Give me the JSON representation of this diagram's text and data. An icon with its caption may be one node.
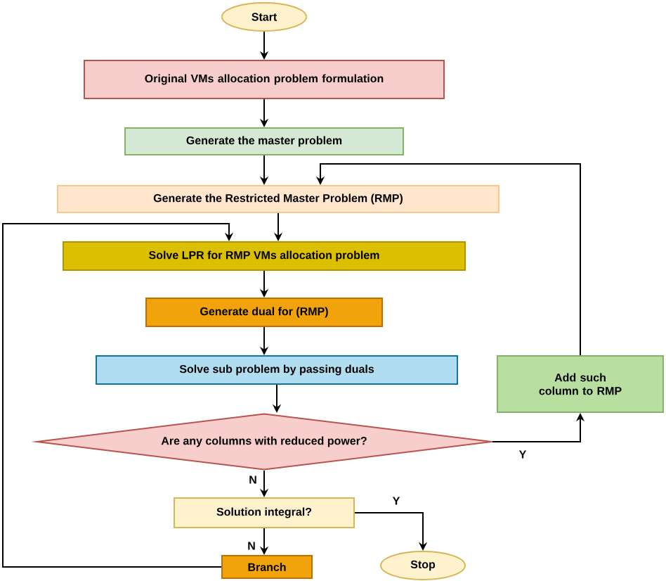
{
  "diagram": {
    "nodes": [
      {
        "text": [
          "Start"
        ]
      },
      {
        "text": [
          "Original VMs allocation problem formulation"
        ]
      },
      {
        "text": [
          "Generate the master problem"
        ]
      },
      {
        "text": [
          "Generate the Restricted Master Problem (RMP)"
        ]
      },
      {
        "text": [
          "Solve LPR for RMP VMs allocation problem"
        ]
      },
      {
        "text": [
          "Generate dual for (RMP)"
        ]
      },
      {
        "text": [
          "Solve sub problem by passing duals"
        ]
      },
      {
        "text": [
          "Are any columns with reduced power?"
        ]
      },
      {
        "text": [
          "Add such column to RMP"
        ]
      },
      {
        "text": [
          "Solution integral?"
        ]
      },
      {
        "text": [
          "Branch"
        ]
      },
      {
        "text": [
          "Stop"
        ]
      }
    ],
    "edges": [
      {
        "from": 0,
        "to": 1,
        "arrow": "to"
      },
      {
        "from": 1,
        "to": 2,
        "arrow": "to"
      },
      {
        "from": 2,
        "to": 3,
        "arrow": "to"
      },
      {
        "from": 3,
        "to": 4,
        "arrow": "to"
      },
      {
        "from": 4,
        "to": 5,
        "arrow": "to"
      },
      {
        "from": 5,
        "to": 6,
        "arrow": "to"
      },
      {
        "from": 6,
        "to": 7,
        "arrow": "to"
      },
      {
        "from": 7,
        "to": 8,
        "arrow": "to",
        "label": "Y"
      },
      {
        "from": 7,
        "to": 9,
        "arrow": "to",
        "label": "N"
      },
      {
        "from": 9,
        "to": 11,
        "arrow": "to",
        "label": "Y"
      },
      {
        "from": 9,
        "to": 10,
        "arrow": "to",
        "label": "N"
      },
      {
        "from": 10,
        "to": 4,
        "arrow": "to"
      },
      {
        "from": 8,
        "to": 3,
        "arrow": "to"
      }
    ]
  }
}
